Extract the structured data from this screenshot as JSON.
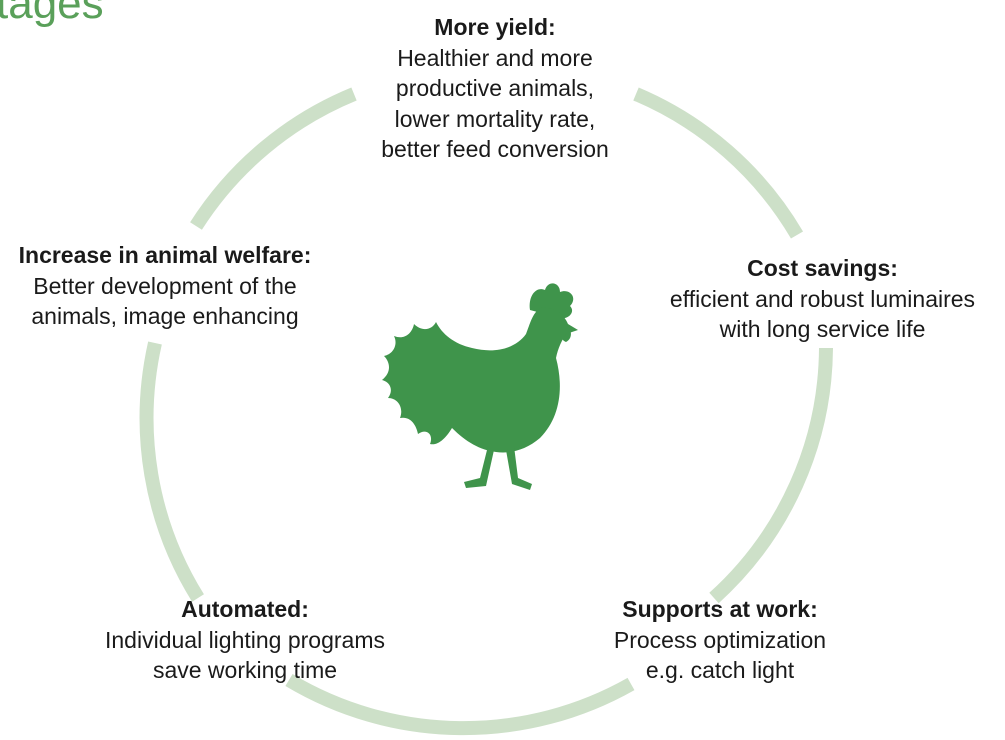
{
  "page": {
    "title_fragment": "tages"
  },
  "colors": {
    "ring": "#cde0c8",
    "hen": "#3f944b",
    "title": "#5aa05a",
    "text": "#1a1a1a"
  },
  "icons": {
    "center": "chicken-icon"
  },
  "benefits": [
    {
      "heading": "More yield:",
      "lines": [
        "Healthier and more",
        "productive animals,",
        "lower mortality rate,",
        "better feed conversion"
      ]
    },
    {
      "heading": "Cost savings:",
      "lines": [
        "efficient and robust luminaires",
        "with long service life"
      ]
    },
    {
      "heading": "Supports at work:",
      "lines": [
        "Process optimization",
        "e.g. catch light"
      ]
    },
    {
      "heading": "Automated:",
      "lines": [
        "Individual lighting programs",
        "save working time"
      ]
    },
    {
      "heading": "Increase in animal welfare:",
      "lines": [
        "Better development of the",
        "animals, image enhancing"
      ]
    }
  ]
}
